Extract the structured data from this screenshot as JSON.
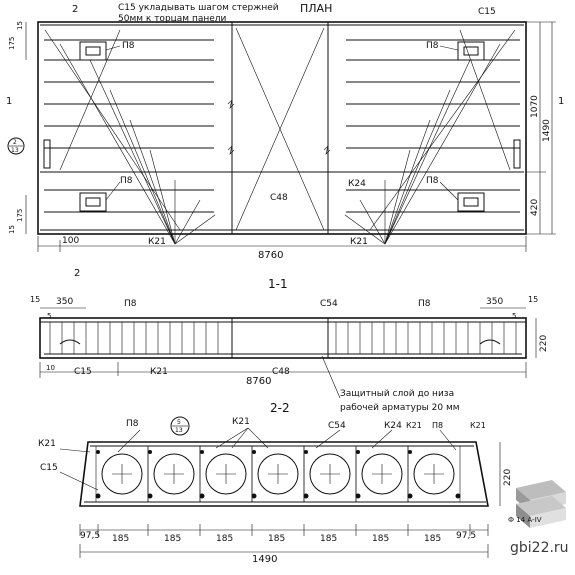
{
  "plan": {
    "title": "ПЛАН",
    "note_line1": "С15 укладывать шагом стержней",
    "note_line2": "50мм к торцам панели",
    "section_mark": "2",
    "section_mark_b": "1",
    "labels": {
      "p8": "П8",
      "c15": "С15",
      "k21": "К21",
      "k24": "К24",
      "c48": "С48",
      "circle_top": "2",
      "circle_bottom": "13"
    },
    "dims": {
      "d175": "175",
      "d15": "15",
      "d100": "100",
      "length": "8760",
      "h1070": "1070",
      "h1490": "1490",
      "h420": "420"
    }
  },
  "section11": {
    "title": "1-1",
    "labels": {
      "p8": "П8",
      "c54": "С54",
      "c15": "С15",
      "k21": "К21",
      "c48": "С48"
    },
    "dims": {
      "d15": "15",
      "d350": "350",
      "d5": "5",
      "d10": "10",
      "d220": "220",
      "length": "8760"
    },
    "note_line1": "Защитный слой до низа",
    "note_line2": "рабочей арматуры 20 мм"
  },
  "section22": {
    "title": "2-2",
    "labels": {
      "k21": "К21",
      "c15": "С15",
      "p8": "П8",
      "c54": "С54",
      "k24": "К24",
      "circle_top": "5",
      "circle_bottom": "13"
    },
    "dims": {
      "edge": "97,5",
      "pitch": "185",
      "total": "1490",
      "height": "220"
    },
    "cells": 7
  },
  "watermark": {
    "site": "gbi22.ru",
    "code": "Ф 14 А-IV"
  }
}
